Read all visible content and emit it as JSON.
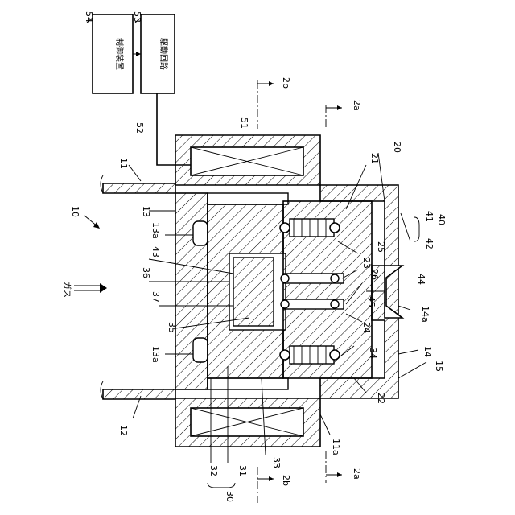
{
  "boxes": {
    "control_device": {
      "label": "制御装置",
      "number": "54"
    },
    "drive_circuit": {
      "label": "駆動回路",
      "number": "53"
    }
  },
  "gas_label": "ガス",
  "section_marks": {
    "top_left": "2b",
    "top_right": "2a",
    "bottom_left": "2b",
    "bottom_right": "2a"
  },
  "labels": {
    "n10": "10",
    "n11": "11",
    "n11a": "11a",
    "n12": "12",
    "n13": "13",
    "n13a_top": "13a",
    "n13a_bottom": "13a",
    "n14": "14",
    "n14a": "14a",
    "n15": "15",
    "n20": "20",
    "n21": "21",
    "n22": "22",
    "n23": "23",
    "n24": "24",
    "n25": "25",
    "n26": "26",
    "n30": "30",
    "n31": "31",
    "n32": "32",
    "n33": "33",
    "n34": "34",
    "n35": "35",
    "n36": "36",
    "n37": "37",
    "n40": "40",
    "n41": "41",
    "n42": "42",
    "n43": "43",
    "n44": "44",
    "n45": "45",
    "n51": "51",
    "n52": "52"
  }
}
